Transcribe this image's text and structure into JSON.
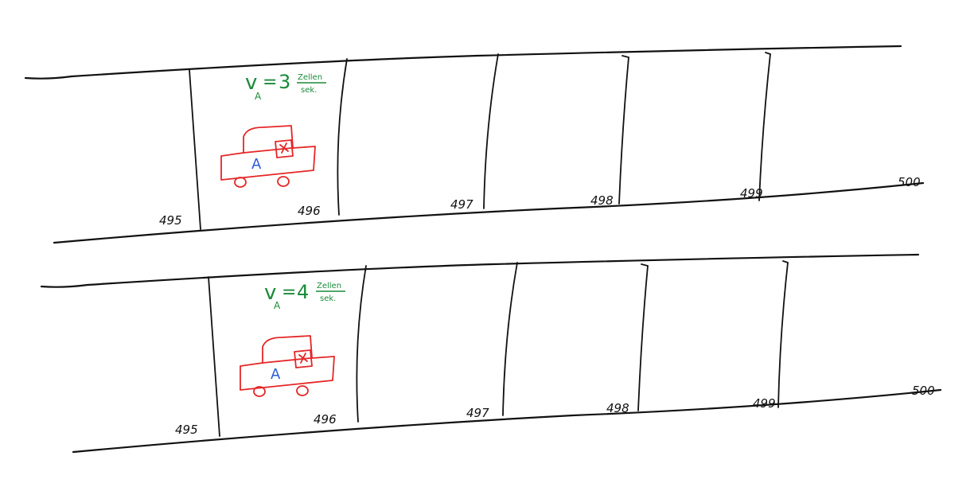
{
  "panels": [
    {
      "cells": [
        "495",
        "496",
        "497",
        "498",
        "499",
        "500"
      ],
      "velocity": {
        "symbol": "v",
        "subscript": "A",
        "equals": "=",
        "value": "3",
        "unit_num": "Zellen",
        "unit_den": "sek."
      },
      "car_label": "A"
    },
    {
      "cells": [
        "495",
        "496",
        "497",
        "498",
        "499",
        "500"
      ],
      "velocity": {
        "symbol": "v",
        "subscript": "A",
        "equals": "=",
        "value": "4",
        "unit_num": "Zellen",
        "unit_den": "sek."
      },
      "car_label": "A"
    }
  ],
  "colors": {
    "ink": "#111111",
    "velocity": "#1a8a3a",
    "car": "#e52626",
    "car_label": "#2d5bd8"
  }
}
